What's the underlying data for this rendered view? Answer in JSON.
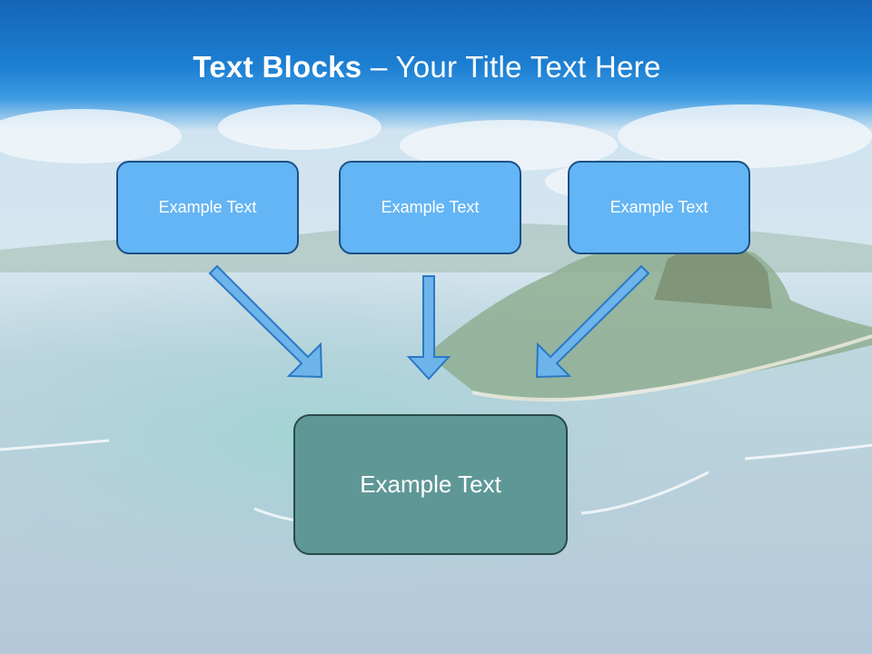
{
  "title": {
    "bold": "Text Blocks",
    "rest": " – Your Title Text Here"
  },
  "boxes": [
    {
      "label": "Example Text"
    },
    {
      "label": "Example Text"
    },
    {
      "label": "Example Text"
    },
    {
      "label": "Example Text"
    }
  ],
  "colors": {
    "header_blue": "#1e7fd0",
    "box_fill": "#63b5f5",
    "box_border": "#1c4f86",
    "target_fill": "#5f9797",
    "arrow_fill": "#6cb4ea"
  }
}
